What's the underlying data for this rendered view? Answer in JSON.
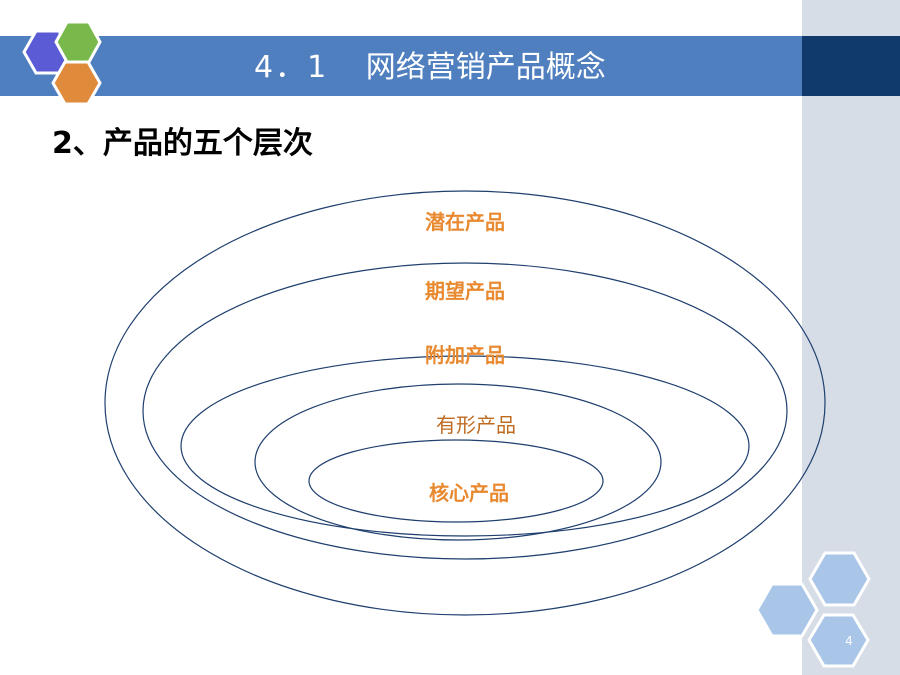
{
  "header": {
    "section_number": "4．1",
    "title": "网络营销产品概念"
  },
  "subtitle": "2、产品的五个层次",
  "diagram": {
    "layers": [
      {
        "label": "潜在产品"
      },
      {
        "label": "期望产品"
      },
      {
        "label": "附加产品"
      },
      {
        "label": "有形产品"
      },
      {
        "label": "核心产品"
      }
    ]
  },
  "footer": {
    "page_number": "4"
  },
  "colors": {
    "title_bar": "#4f7fbe",
    "title_bar_dark": "#0f3a6b",
    "side_strip": "#d6dde6",
    "label": "#e8892f",
    "ellipse_stroke": "#1f3f6e",
    "hex_blue": "#5b5bd6",
    "hex_green": "#79b84a",
    "hex_orange": "#e08a3c"
  }
}
